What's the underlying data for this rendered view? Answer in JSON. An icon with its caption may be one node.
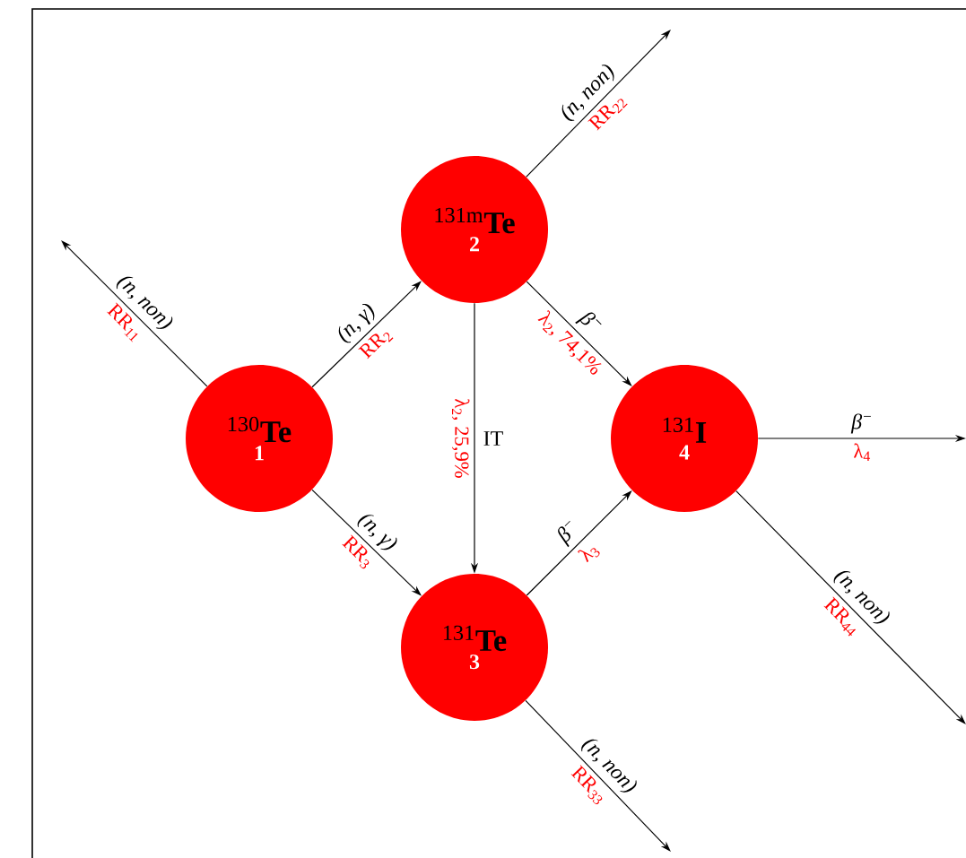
{
  "diagram": {
    "nodes": [
      {
        "text": [
          "$^{130}$**Te**",
          "1"
        ]
      },
      {
        "text": [
          "$^{131m}$**Te**",
          "2"
        ]
      },
      {
        "text": [
          "$^{131}$**Te**",
          "3"
        ]
      },
      {
        "text": [
          "$^{131}$**I**",
          "4"
        ]
      }
    ],
    "edges": [
      {
        "from": 0,
        "to": null,
        "arrow": "to",
        "label": "(n, non)"
      },
      {
        "from": 0,
        "to": 1,
        "arrow": "to",
        "label": "(n, γ)"
      },
      {
        "from": 0,
        "to": 2,
        "arrow": "to",
        "label": "(n, γ)"
      },
      {
        "from": 1,
        "to": null,
        "arrow": "to",
        "label": "(n, non)"
      },
      {
        "from": 1,
        "to": 2,
        "arrow": "to",
        "label": "IT"
      },
      {
        "from": 1,
        "to": 3,
        "arrow": "to",
        "label": "β$^{−}$"
      },
      {
        "from": 2,
        "to": 3,
        "arrow": "to",
        "label": "β$^{−}$"
      },
      {
        "from": 2,
        "to": null,
        "arrow": "to",
        "label": "(n, non)"
      },
      {
        "from": 3,
        "to": null,
        "arrow": "to",
        "label": "β$^{−}$"
      },
      {
        "from": 3,
        "to": null,
        "arrow": "to",
        "label": "(n, non)"
      }
    ],
    "labels": [
      "RR$_{11}$",
      "RR$_{2}$",
      "RR$_{3}$",
      "RR$_{22}$",
      "λ$_{2}$, 25,9%",
      "λ$_{2}$, 74,1%",
      "λ$_{3}$",
      "RR$_{33}$",
      "λ$_{4}$",
      "RR$_{44}$"
    ]
  }
}
